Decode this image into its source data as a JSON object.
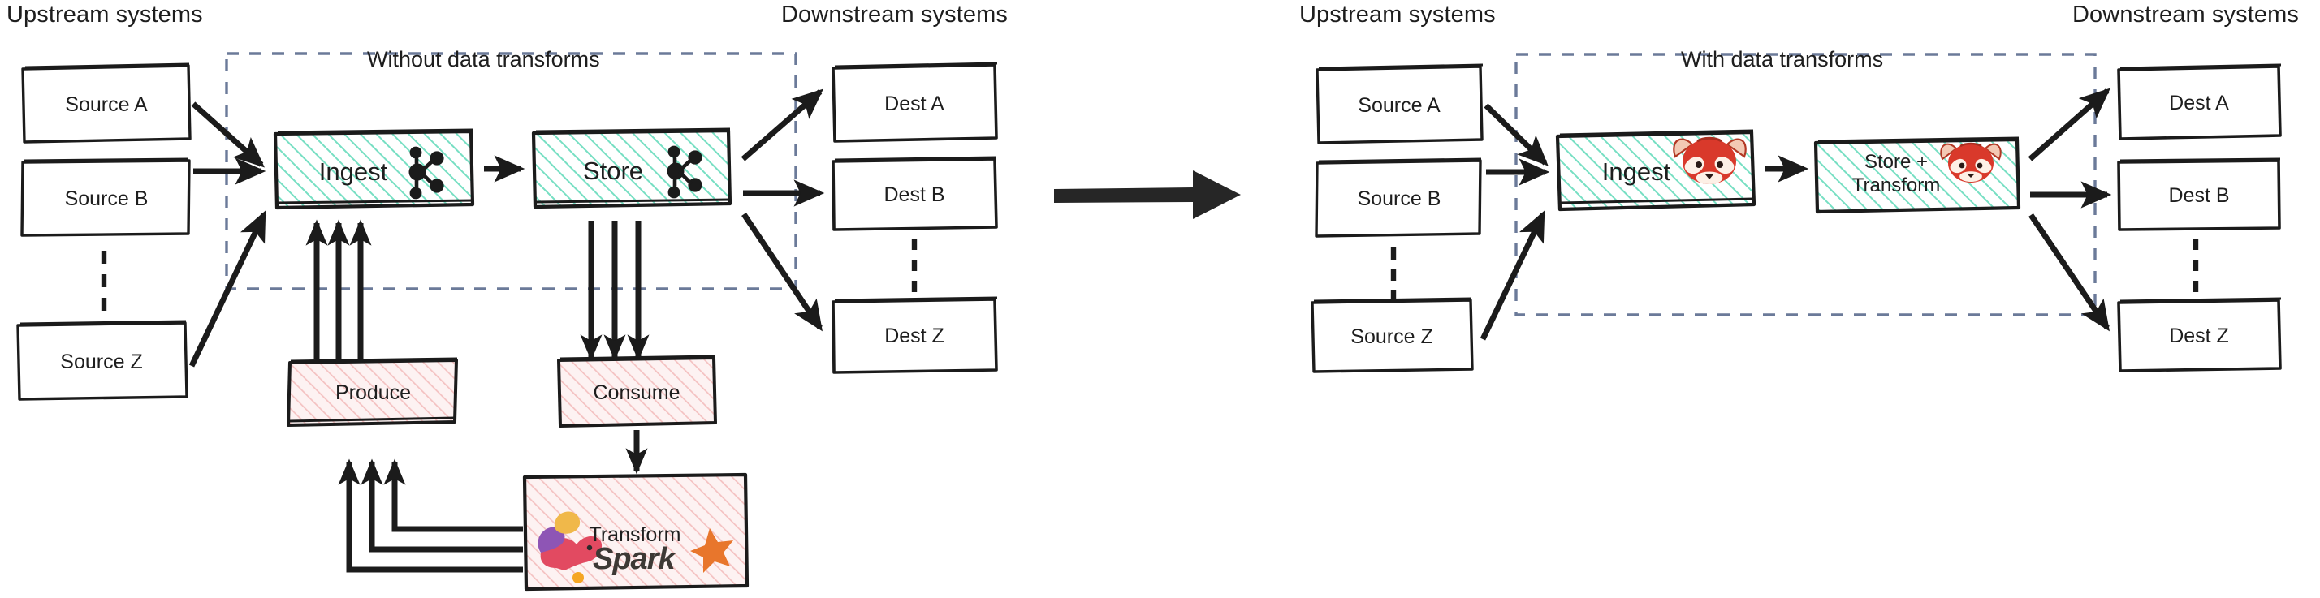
{
  "diagram": {
    "title_left": "Without data transforms",
    "title_right": "With data transforms",
    "headers": {
      "upstream_left": "Upstream systems",
      "downstream_left": "Downstream systems",
      "upstream_right": "Upstream systems",
      "downstream_right": "Downstream systems"
    },
    "colors": {
      "teal_fill": "#3ddbaf",
      "teal_hatch": "#5fd9b8",
      "pink_hatch": "#f0b2b2",
      "pink_fill": "#fdeeee",
      "stroke": "#1b1b1b",
      "dashed_boundary": "#6b7a99",
      "spark_orange": "#e8762c",
      "redpanda_red": "#d9392b",
      "flink_pink": "#e24a61"
    }
  },
  "left_panel": {
    "sources": [
      {
        "label": "Source A"
      },
      {
        "label": "Source B"
      },
      {
        "label": "Source Z"
      }
    ],
    "ellipsis_between_sources": "vertical-dots",
    "pipeline": [
      {
        "label": "Ingest",
        "icon": "kafka-logo",
        "fill": "teal"
      },
      {
        "label": "Store",
        "icon": "kafka-logo",
        "fill": "teal"
      }
    ],
    "external": [
      {
        "label": "Produce",
        "fill": "pink"
      },
      {
        "label": "Consume",
        "fill": "pink"
      },
      {
        "label": "Transform",
        "fill": "pink",
        "icons": [
          "flink-squirrel-logo",
          "spark-logo"
        ]
      }
    ],
    "destinations": [
      {
        "label": "Dest A"
      },
      {
        "label": "Dest B"
      },
      {
        "label": "Dest Z"
      }
    ]
  },
  "right_panel": {
    "sources": [
      {
        "label": "Source A"
      },
      {
        "label": "Source B"
      },
      {
        "label": "Source Z"
      }
    ],
    "pipeline": [
      {
        "label": "Ingest",
        "icon": "redpanda-logo",
        "fill": "teal"
      },
      {
        "label_line1": "Store +",
        "label_line2": "Transform",
        "icon": "redpanda-logo",
        "fill": "teal"
      }
    ],
    "destinations": [
      {
        "label": "Dest A"
      },
      {
        "label": "Dest B"
      },
      {
        "label": "Dest Z"
      }
    ]
  },
  "center": {
    "transition_arrow": "right-arrow-icon"
  },
  "spark_wordmark": "Spark"
}
